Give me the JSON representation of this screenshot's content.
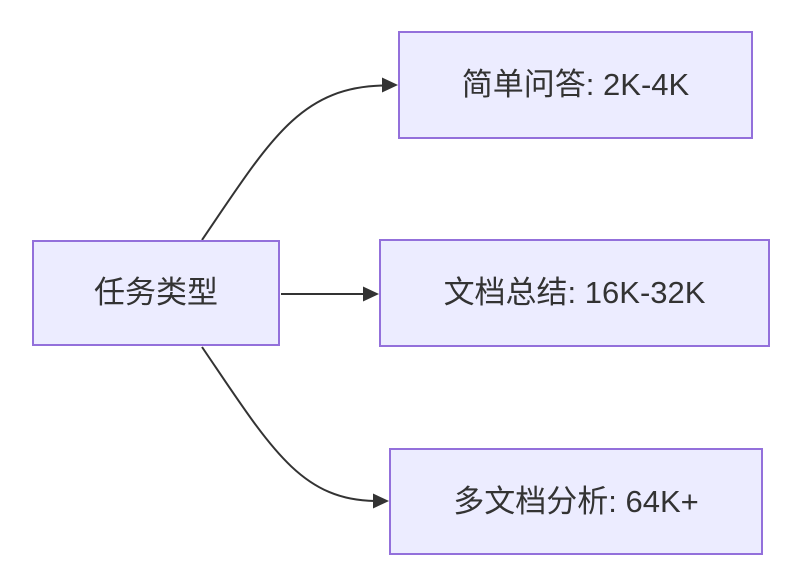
{
  "diagram": {
    "type": "flowchart",
    "direction": "left-to-right",
    "root": {
      "label": "任务类型"
    },
    "children": [
      {
        "label": "简单问答: 2K-4K"
      },
      {
        "label": "文档总结: 16K-32K"
      },
      {
        "label": "多文档分析: 64K+"
      }
    ],
    "edges": [
      {
        "from": "任务类型",
        "to": "简单问答: 2K-4K"
      },
      {
        "from": "任务类型",
        "to": "文档总结: 16K-32K"
      },
      {
        "from": "任务类型",
        "to": "多文档分析: 64K+"
      }
    ],
    "colors": {
      "node_fill": "#ECECFF",
      "node_border": "#9370DB",
      "text": "#333333",
      "edge": "#333333",
      "background": "#FFFFFF"
    }
  }
}
